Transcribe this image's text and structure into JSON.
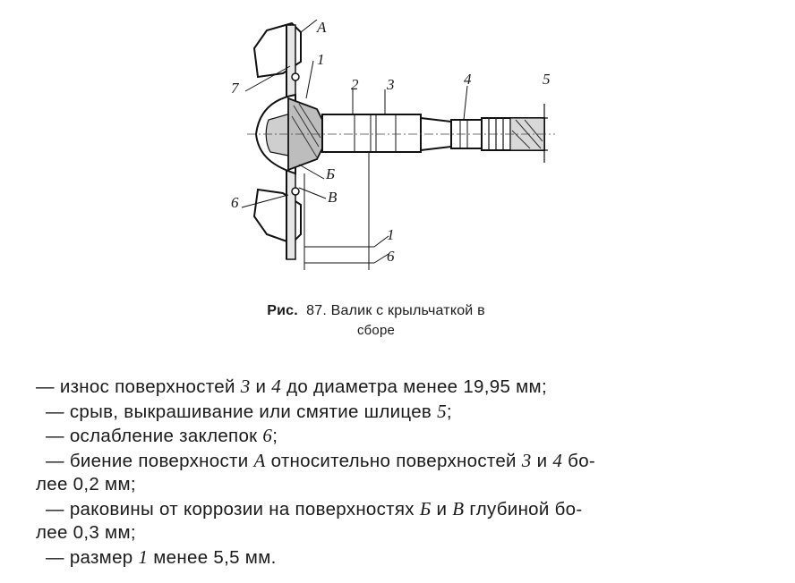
{
  "figure": {
    "callouts": {
      "A": "A",
      "c1": "1",
      "c2": "2",
      "c3": "3",
      "c4": "4",
      "c5": "5",
      "c6": "6",
      "c7": "7",
      "B": "Б",
      "V": "В",
      "dim1": "1",
      "dim6": "6"
    }
  },
  "caption": {
    "fig_label": "Рис.",
    "fig_number": "87.",
    "line1": "Валик с крыльчаткой в",
    "line2": "сборе"
  },
  "defects": [
    {
      "dash": "—",
      "p1": "износ поверхностей ",
      "r1": "3",
      "p2": " и ",
      "r2": "4",
      "p3": " до диаметра менее 19,95 мм;"
    },
    {
      "dash": "—",
      "p1": "срыв, выкрашивание или смятие шлицев ",
      "r1": "5",
      "p2": ";"
    },
    {
      "dash": "—",
      "p1": "ослабление заклепок ",
      "r1": "6",
      "p2": ";"
    },
    {
      "dash": "—",
      "p1": "биение поверхности ",
      "r1": "А",
      "p2": " относительно поверхностей ",
      "r2": "3",
      "p3": " и ",
      "r3": "4",
      "p4": " бо-",
      "cont": "лее 0,2 мм;"
    },
    {
      "dash": "—",
      "p1": "раковины от коррозии на поверхностях ",
      "r1": "Б",
      "p2": " и ",
      "r2": "В",
      "p3": " глубиной бо-",
      "cont": "лее 0,3 мм;"
    },
    {
      "dash": "—",
      "p1": "размер ",
      "r1": "1",
      "p2": " менее 5,5 мм."
    }
  ]
}
